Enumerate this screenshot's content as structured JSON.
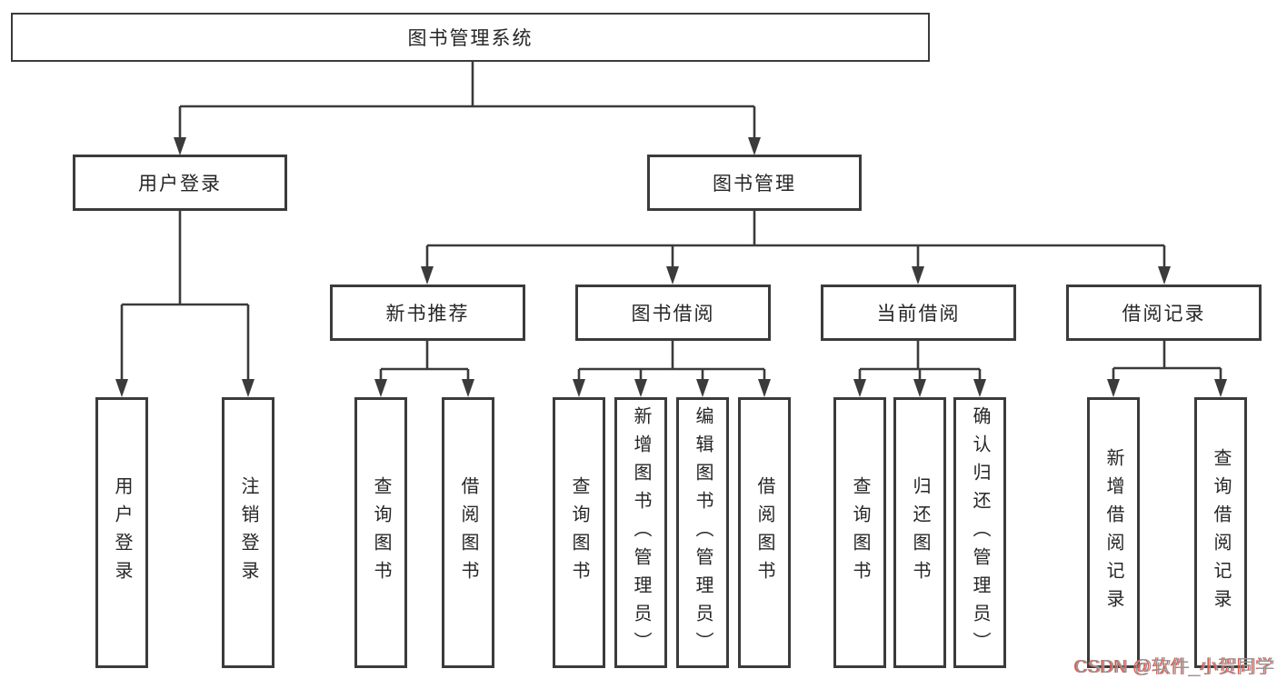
{
  "nodes": {
    "root": "图书管理系统",
    "user_login": "用户登录",
    "book_mgmt": "图书管理",
    "login": "用户登录",
    "logout": "注销登录",
    "new_book_rec": "新书推荐",
    "book_borrow": "图书借阅",
    "current_borrow": "当前借阅",
    "borrow_record": "借阅记录",
    "nbr_query": "查询图书",
    "nbr_borrow": "借阅图书",
    "bb_query": "查询图书",
    "bb_add": "新增图书（管理员）",
    "bb_edit": "编辑图书（管理员）",
    "bb_borrow": "借阅图书",
    "cb_query": "查询图书",
    "cb_return": "归还图书",
    "cb_confirm": "确认归还（管理员）",
    "br_add": "新增借阅记录",
    "br_query": "查询借阅记录"
  },
  "watermark": "CSDN @软件_小贺同学",
  "colors": {
    "line": "#3b3b3b",
    "border": "#3b3b3b",
    "text": "#262626",
    "background": "#ffffff",
    "watermark": "#969696",
    "watermark_shadow": "#e05a50"
  }
}
